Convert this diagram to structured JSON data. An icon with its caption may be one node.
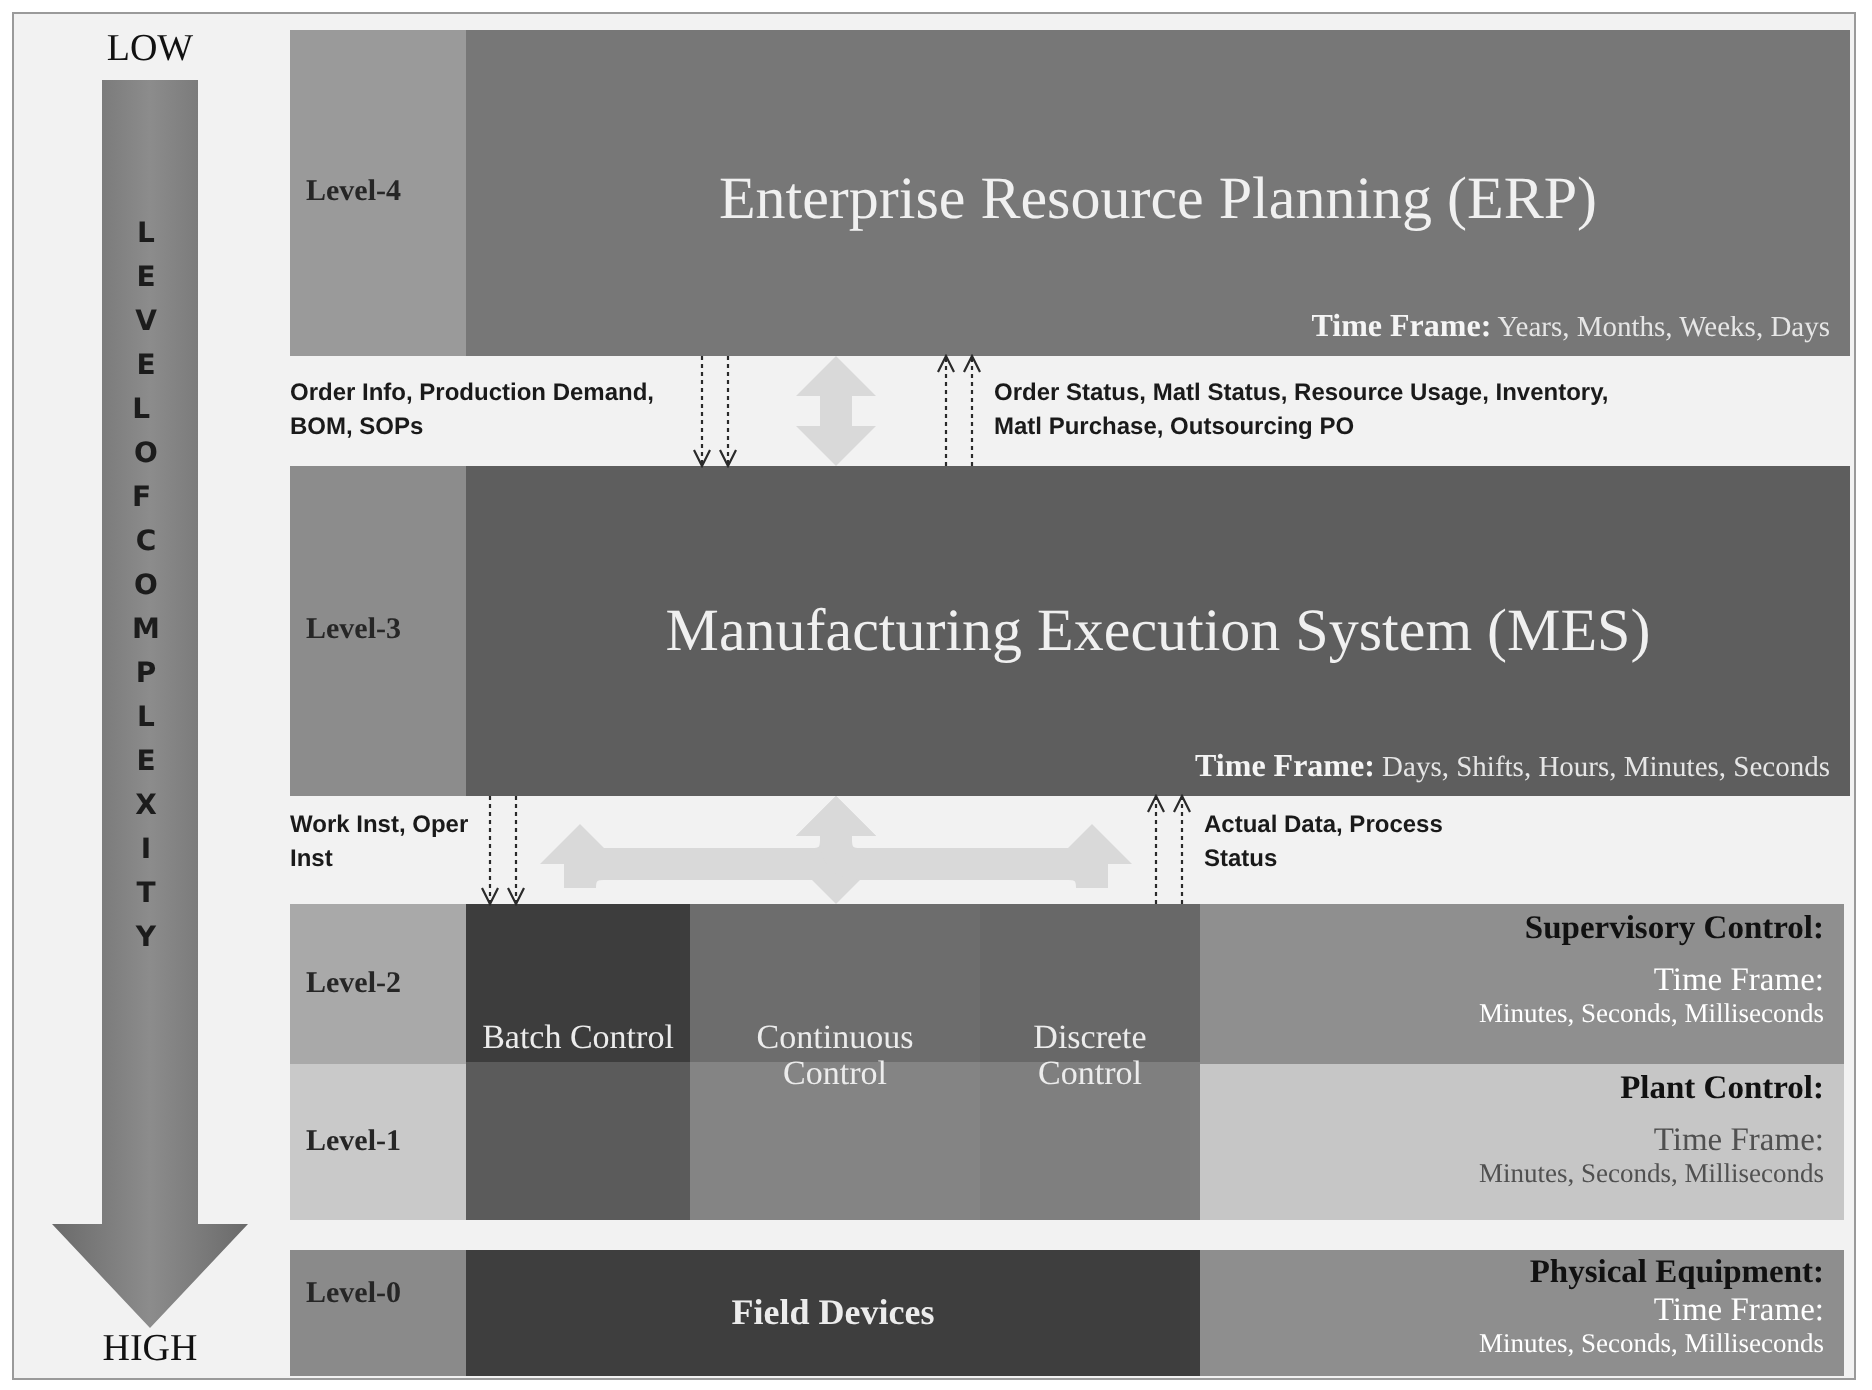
{
  "diagram": {
    "nodes": [
      {
        "text": [
          "Level-4",
          "Enterprise Resource Planning (ERP)",
          "**Time Frame:** Years, Months, Weeks, Days"
        ]
      },
      {
        "text": [
          "Level-3",
          "Manufacturing Execution System (MES)",
          "**Time Frame:** Days, Shifts, Hours, Minutes, Seconds"
        ]
      },
      {
        "text": [
          "Level-2"
        ]
      },
      {
        "text": [
          "Level-1"
        ]
      },
      {
        "text": [
          "Batch Control"
        ]
      },
      {
        "text": [
          "Continuous Control"
        ]
      },
      {
        "text": [
          "Discrete Control"
        ]
      },
      {
        "text": [
          "Supervisory Control:",
          "Time Frame:",
          "Minutes, Seconds, Milliseconds"
        ]
      },
      {
        "text": [
          "Plant Control:",
          "Time Frame:",
          "Minutes, Seconds, Milliseconds"
        ]
      },
      {
        "text": [
          "Level-0"
        ]
      },
      {
        "text": [
          "Field Devices"
        ],
        "in": 9
      },
      {
        "text": [
          "Physical Equipment:",
          "Time Frame:",
          "Minutes, Seconds, Milliseconds"
        ],
        "in": 9
      }
    ],
    "edges": [
      {
        "from": 0,
        "to": 1,
        "arrow": "both",
        "style": "thick",
        "color": "#d9d9d9"
      },
      {
        "from": 0,
        "to": 1,
        "arrow": "to",
        "style": "dashed",
        "label": "Order Info, Production Demand, BOM, SOPs"
      },
      {
        "from": 0,
        "to": 1,
        "arrow": "to",
        "style": "dashed"
      },
      {
        "from": 1,
        "to": 0,
        "arrow": "to",
        "style": "dashed"
      },
      {
        "from": 1,
        "to": 0,
        "arrow": "to",
        "style": "dashed",
        "label": "Order Status, Matl Status, Resource Usage, Inventory, Matl Purchase, Outsourcing PO"
      },
      {
        "from": 1,
        "to": 4,
        "arrow": "both",
        "style": "thick",
        "color": "#d9d9d9"
      },
      {
        "from": 1,
        "to": 5,
        "arrow": "both",
        "style": "thick",
        "color": "#d9d9d9"
      },
      {
        "from": 1,
        "to": 6,
        "arrow": "both",
        "style": "thick",
        "color": "#d9d9d9"
      },
      {
        "from": 1,
        "to": 4,
        "arrow": "to",
        "style": "dashed",
        "label": "Work Inst, Oper Inst"
      },
      {
        "from": 1,
        "to": 4,
        "arrow": "to",
        "style": "dashed"
      },
      {
        "from": 6,
        "to": 1,
        "arrow": "to",
        "style": "dashed"
      },
      {
        "from": 6,
        "to": 1,
        "arrow": "to",
        "style": "dashed",
        "label": "Actual Data, Process Status"
      }
    ],
    "labels": [
      "LOW",
      "LEVEL OF COMPLEXITY",
      "HIGH"
    ]
  }
}
